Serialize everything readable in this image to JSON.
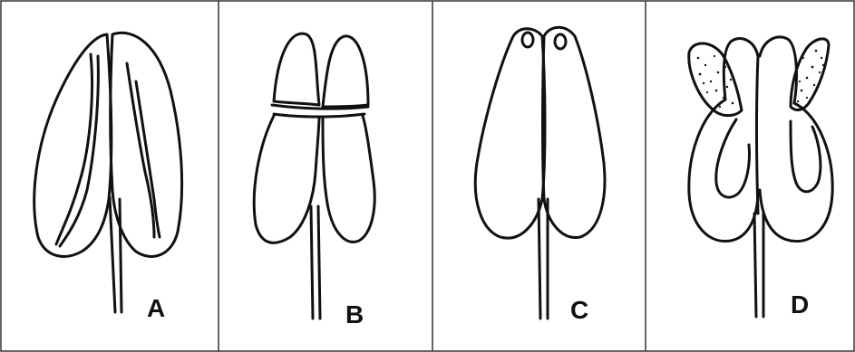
{
  "panels": [
    {
      "label": "A"
    },
    {
      "label": "B"
    },
    {
      "label": "C"
    },
    {
      "label": "D"
    }
  ],
  "colors": {
    "stroke": "#111111",
    "background": "#ffffff",
    "frame": "#333333"
  }
}
